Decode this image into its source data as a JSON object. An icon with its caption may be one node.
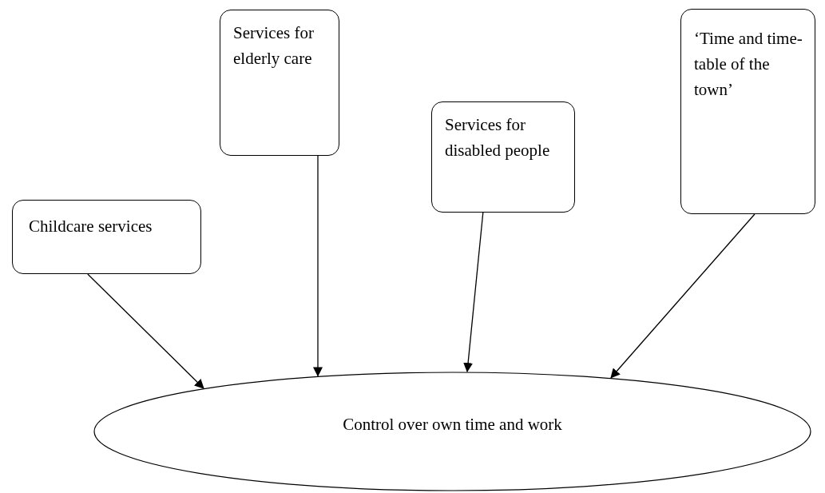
{
  "diagram": {
    "nodes": [
      {
        "text": [
          "Childcare services"
        ]
      },
      {
        "text": [
          "Services for elderly care"
        ]
      },
      {
        "text": [
          "Services for disabled people"
        ]
      },
      {
        "text": [
          "‘Time and time-table of the town’"
        ]
      },
      {
        "text": [
          "Control over own time and work"
        ]
      }
    ],
    "edges": [
      {
        "from": 0,
        "to": 4,
        "arrow": "to"
      },
      {
        "from": 1,
        "to": 4,
        "arrow": "to"
      },
      {
        "from": 2,
        "to": 4,
        "arrow": "to"
      },
      {
        "from": 3,
        "to": 4,
        "arrow": "to"
      }
    ]
  }
}
